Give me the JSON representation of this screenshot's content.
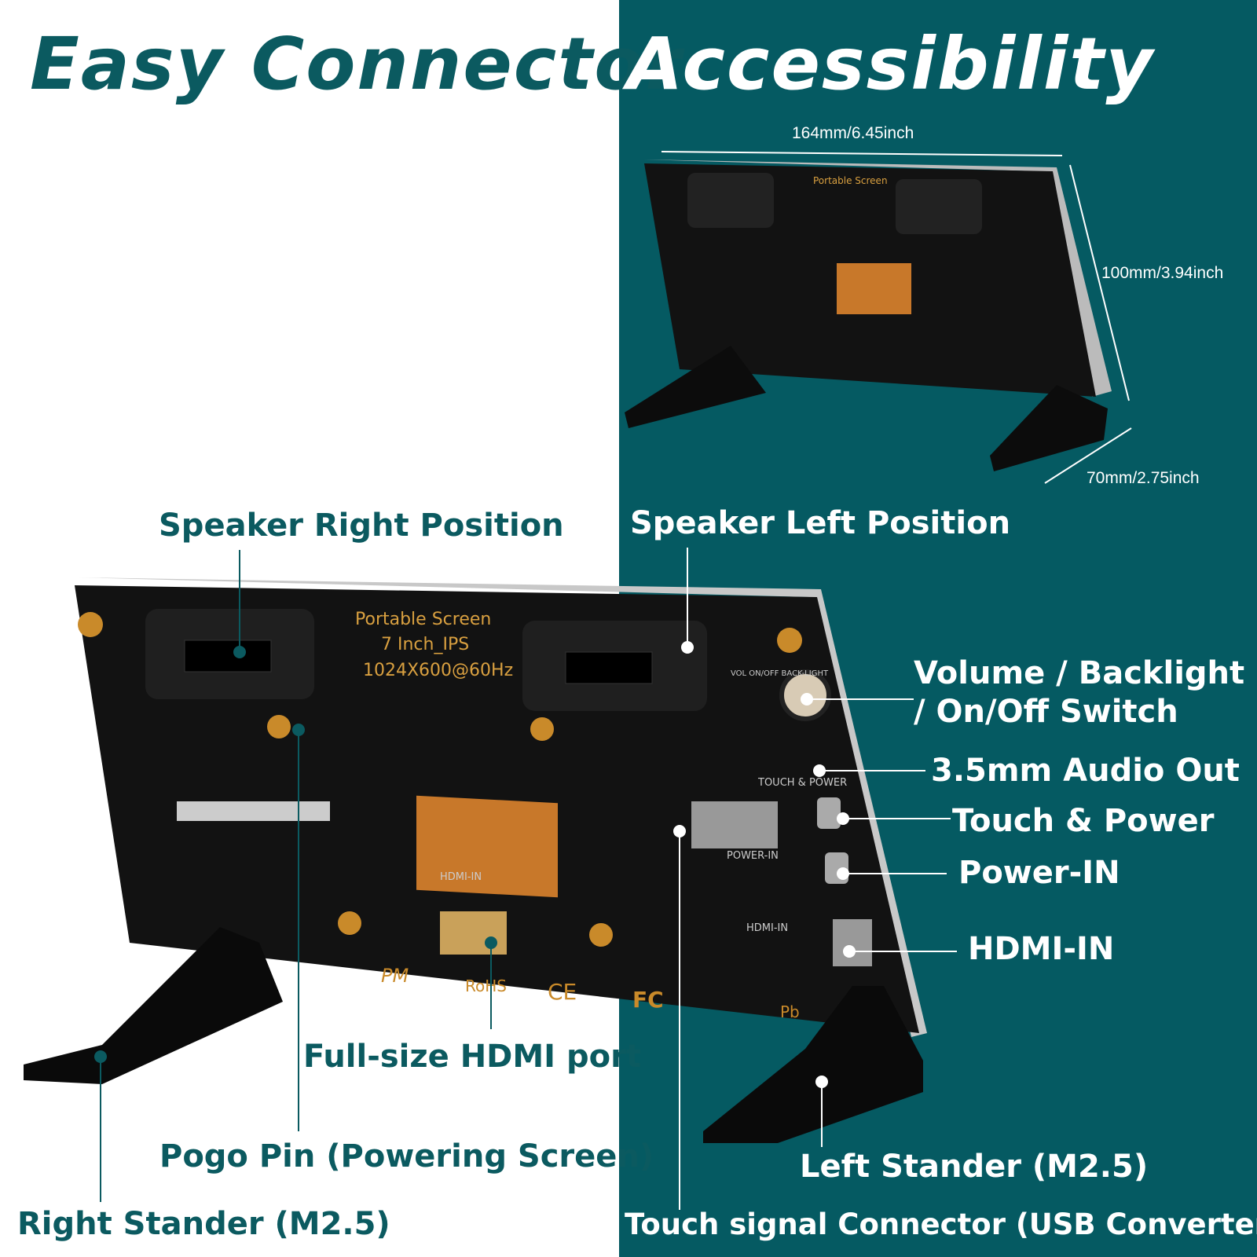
{
  "title": {
    "part1": "Easy Connector",
    "part2": "Accessibility"
  },
  "dimensions": {
    "width": "164mm/6.45inch",
    "height": "100mm/3.94inch",
    "depth": "70mm/2.75inch"
  },
  "board_print": {
    "line1": "Portable Screen",
    "line2": "7 Inch_IPS",
    "line3": "1024X600@60Hz",
    "vol": "VOL ON/OFF BACK-LIGHT",
    "touch": "TOUCH & POWER",
    "power_in": "POWER-IN",
    "hdmi_in": "HDMI-IN",
    "hdmi_in_center": "HDMI-IN",
    "logos": [
      "PM",
      "RoHS",
      "CE",
      "FC",
      "Pb"
    ]
  },
  "callouts": {
    "speaker_right": "Speaker Right  Position",
    "speaker_left": "Speaker Left Position",
    "volume": "Volume / Backlight",
    "volume2": "/ On/Off Switch",
    "audio": "3.5mm Audio Out",
    "touch_power": "Touch & Power",
    "power_in": "Power-IN",
    "hdmi_in": "HDMI-IN",
    "hdmi_full": "Full-size HDMI port",
    "pogo": "Pogo Pin (Powering Screen)",
    "right_stander": "Right Stander  (M2.5)",
    "left_stander": "Left Stander  (M2.5)",
    "touch_signal": "Touch signal Connector   (USB Converter)"
  },
  "colors": {
    "teal": "#055a62",
    "title_teal": "#0b5a60",
    "board": "#111111",
    "gold": "#c98a2a"
  }
}
